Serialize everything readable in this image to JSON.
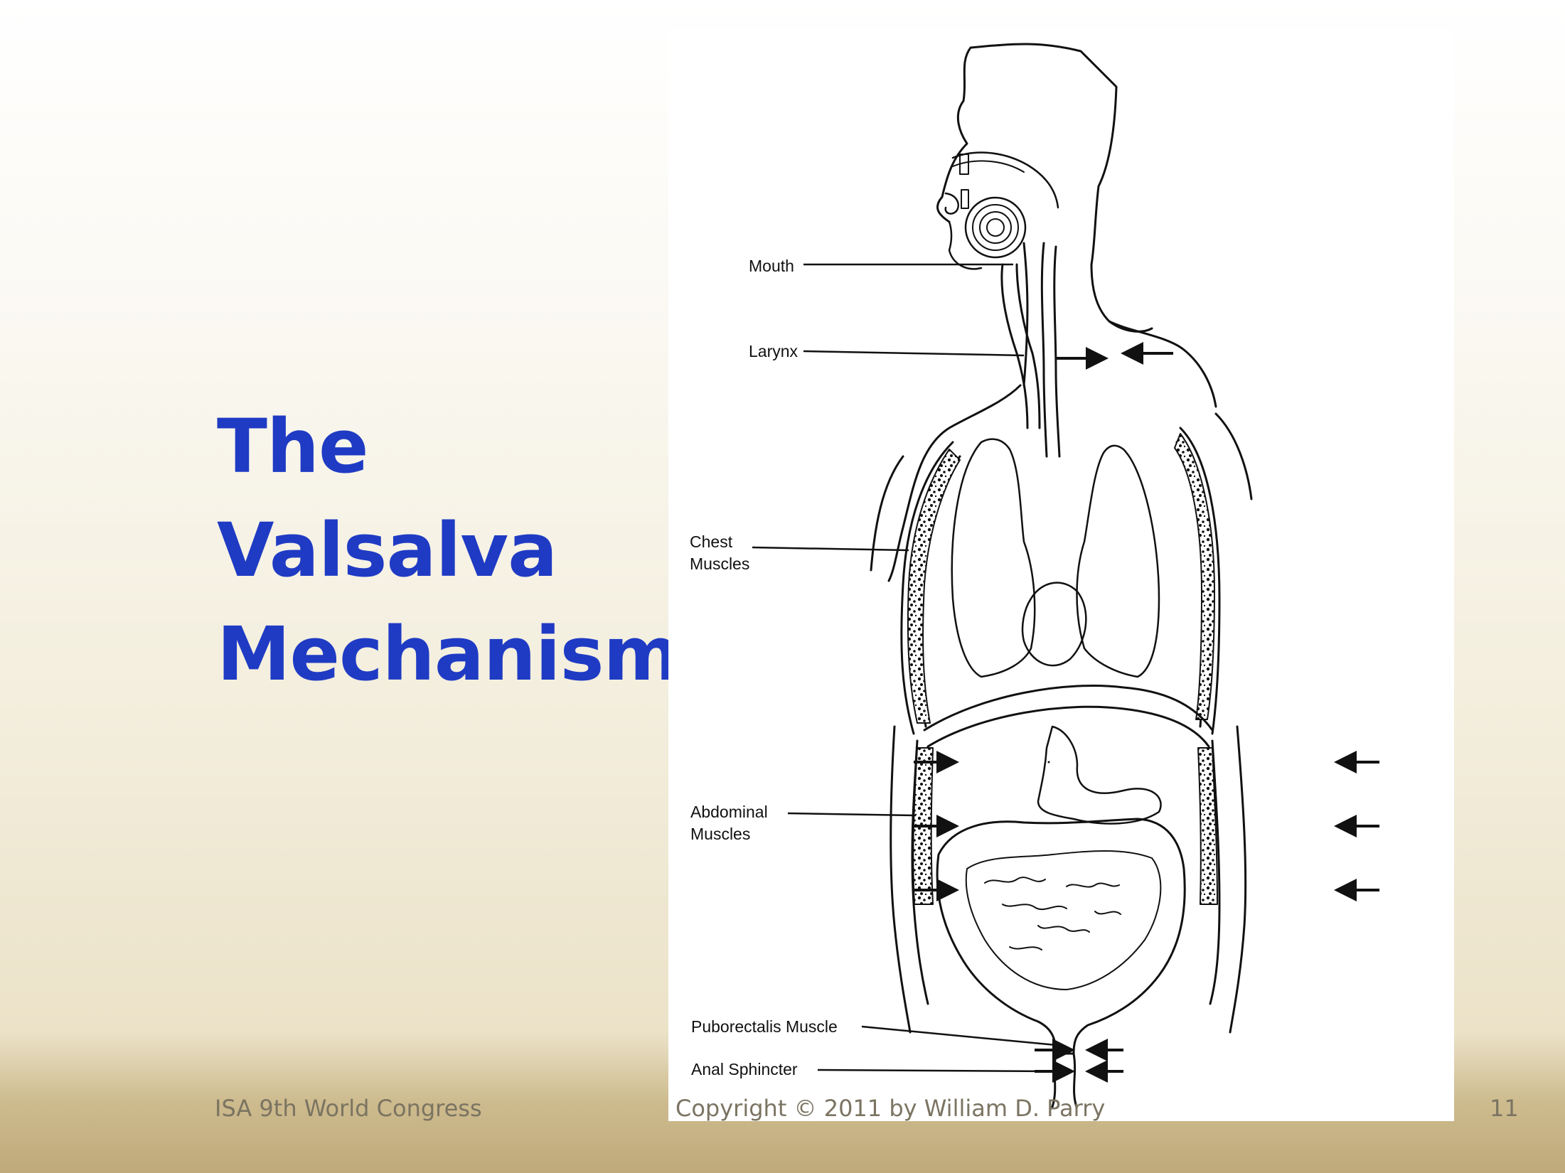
{
  "slide": {
    "title_lines": [
      "The",
      "Valsalva",
      "Mechanism"
    ],
    "title_color": "#1f3bc4"
  },
  "diagram": {
    "labels": {
      "mouth": "Mouth",
      "larynx": "Larynx",
      "chest_line1": "Chest",
      "chest_line2": "Muscles",
      "abdominal_line1": "Abdominal",
      "abdominal_line2": "Muscles",
      "puborectalis": "Puborectalis Muscle",
      "anal_sphincter": "Anal Sphincter"
    }
  },
  "footer": {
    "left": "ISA 9th World Congress",
    "center": "Copyright © 2011 by William D. Parry",
    "right": "11"
  }
}
